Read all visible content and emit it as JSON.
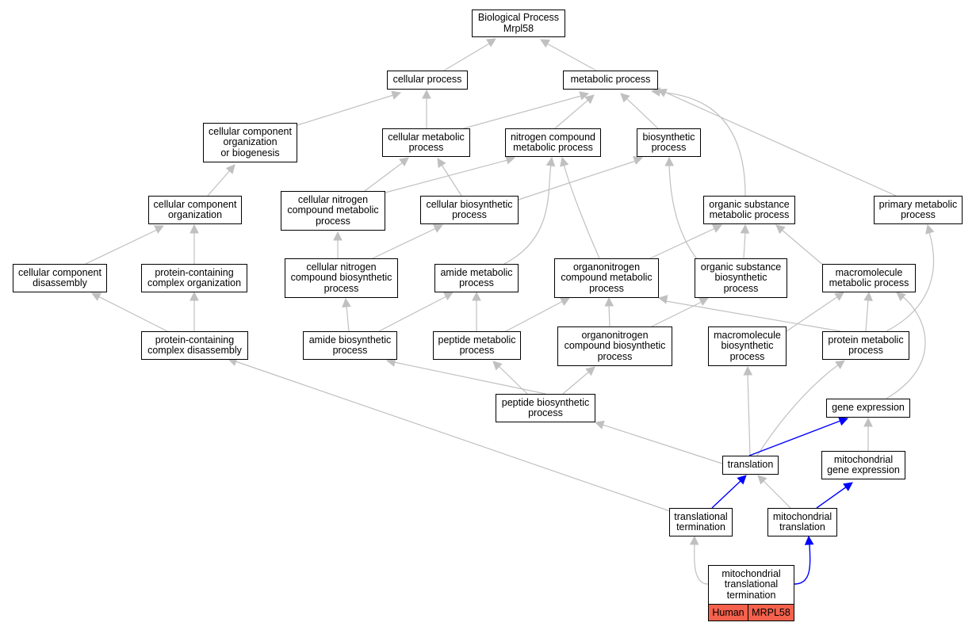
{
  "colors": {
    "edge": "#c0c0c0",
    "path_edge": "#0000ff",
    "annotation": "#f4614c"
  },
  "nodes": {
    "bp": "Biological Process\nMrpl58",
    "cellular_process": "cellular process",
    "metabolic_process": "metabolic process",
    "ccob": "cellular component\norganization\nor biogenesis",
    "cmp": "cellular metabolic\nprocess",
    "ncmp": "nitrogen compound\nmetabolic process",
    "biosynthetic": "biosynthetic\nprocess",
    "cco": "cellular component\norganization",
    "cncmp": "cellular nitrogen\ncompound metabolic\nprocess",
    "cbp": "cellular biosynthetic\nprocess",
    "osmp": "organic substance\nmetabolic process",
    "pmp": "primary metabolic\nprocess",
    "ccd": "cellular component\ndisassembly",
    "pcco": "protein-containing\ncomplex organization",
    "cncbp": "cellular nitrogen\ncompound biosynthetic\nprocess",
    "amp": "amide metabolic\nprocess",
    "oncmp": "organonitrogen\ncompound metabolic\nprocess",
    "osbp": "organic substance\nbiosynthetic\nprocess",
    "mmp": "macromolecule\nmetabolic process",
    "pccd": "protein-containing\ncomplex disassembly",
    "abp": "amide biosynthetic\nprocess",
    "pepmp": "peptide metabolic\nprocess",
    "oncbp": "organonitrogen\ncompound biosynthetic\nprocess",
    "mbp": "macromolecule\nbiosynthetic\nprocess",
    "protmp": "protein metabolic\nprocess",
    "pepbp": "peptide biosynthetic\nprocess",
    "ge": "gene expression",
    "translation": "translation",
    "mge": "mitochondrial\ngene expression",
    "tt": "translational\ntermination",
    "mt": "mitochondrial\ntranslation",
    "mtt": "mitochondrial\ntranslational\ntermination"
  },
  "annotation": {
    "species": "Human",
    "gene": "MRPL58"
  }
}
